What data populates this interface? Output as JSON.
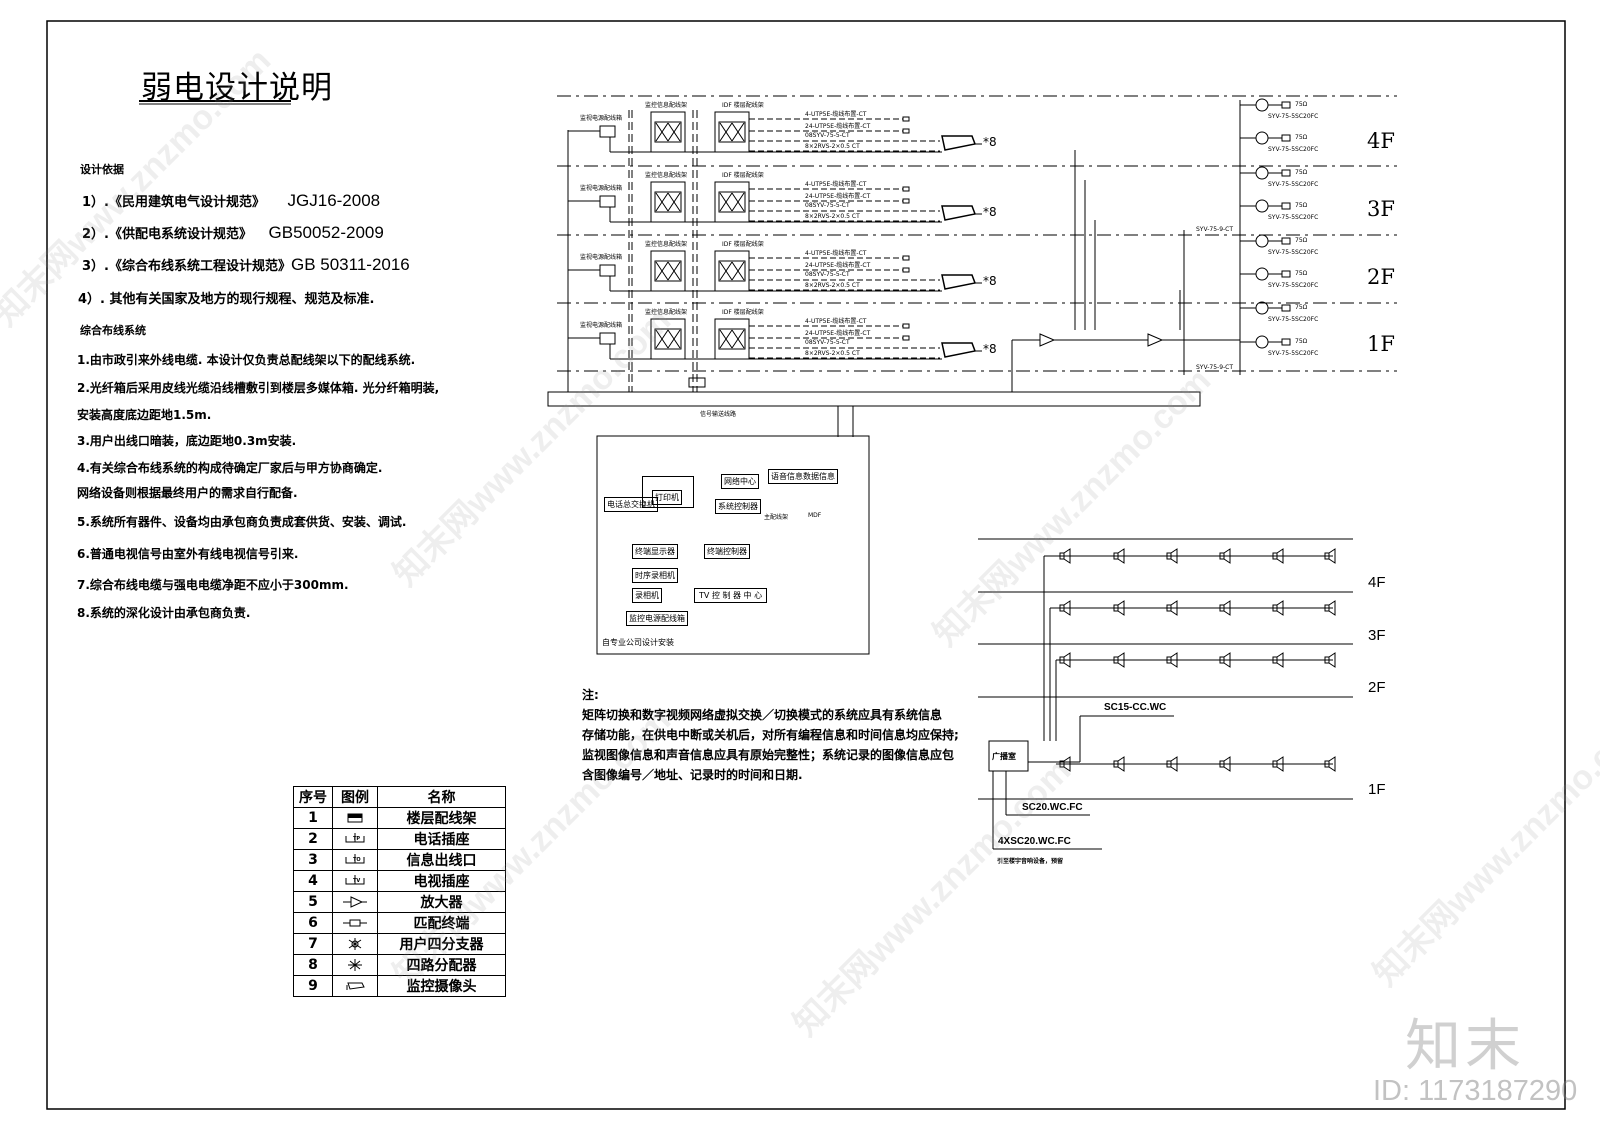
{
  "title": "弱电设计说明",
  "basis": {
    "heading": "设计依据",
    "items": [
      {
        "text": "1）.《民用建筑电气设计规范》",
        "code": "JGJ16-2008"
      },
      {
        "text": "2）.《供配电系统设计规范》",
        "code": "GB50052-2009"
      },
      {
        "text": "3）.《综合布线系统工程设计规范》",
        "code": "GB 50311-2016"
      },
      {
        "text": "4）. 其他有关国家及地方的现行规程、规范及标准.",
        "code": ""
      }
    ]
  },
  "cabling": {
    "heading": "综合布线系统",
    "items": [
      "1.由市政引来外线电缆. 本设计仅负责总配线架以下的配线系统.",
      "2.光纤箱后采用皮线光缆沿线槽敷引到楼层多媒体箱. 光分纤箱明装,",
      "安装高度底边距地1.5m.",
      "3.用户出线口暗装，底边距地0.3m安装.",
      "4.有关综合布线系统的构成待确定厂家后与甲方协商确定.",
      "网络设备则根据最终用户的需求自行配备.",
      "5.系统所有器件、设备均由承包商负责成套供货、安装、调试.",
      "6.普通电视信号由室外有线电视信号引来.",
      "7.综合布线电缆与强电电缆净距不应小于300mm.",
      "8.系统的深化设计由承包商负责."
    ]
  },
  "note": {
    "heading": "注:",
    "lines": [
      "矩阵切换和数字视频网络虚拟交换／切换模式的系统应具有系统信息",
      "存储功能，在供电中断或关机后，对所有编程信息和时间信息均应保持;",
      "监视图像信息和声音信息应具有原始完整性；系统记录的图像信息应包",
      "含图像编号／地址、记录时的时间和日期."
    ]
  },
  "legend": {
    "headers": [
      "序号",
      "图例",
      "名称"
    ],
    "rows": [
      {
        "no": "1",
        "icon": "floor-distribution-frame-icon",
        "name": "楼层配线架"
      },
      {
        "no": "2",
        "icon": "telephone-socket-icon",
        "name": "电话插座"
      },
      {
        "no": "3",
        "icon": "information-outlet-icon",
        "name": "信息出线口"
      },
      {
        "no": "4",
        "icon": "tv-socket-icon",
        "name": "电视插座"
      },
      {
        "no": "5",
        "icon": "amplifier-icon",
        "name": "放大器"
      },
      {
        "no": "6",
        "icon": "matching-terminal-icon",
        "name": "匹配终端"
      },
      {
        "no": "7",
        "icon": "four-way-tap-icon",
        "name": "用户四分支器"
      },
      {
        "no": "8",
        "icon": "four-way-splitter-icon",
        "name": "四路分配器"
      },
      {
        "no": "9",
        "icon": "surveillance-camera-icon",
        "name": "监控摄像头"
      }
    ]
  },
  "riser": {
    "box_labels": [
      "监视电源配线箱",
      "监控信息配线架",
      "IDF 楼层配线架"
    ],
    "line_labels": [
      "4-UTP5E-缆线布置-CT",
      "24-UTP5E-缆线布置-CT",
      "08SYV-75-5-CT",
      "8×2RVS-2×0.5 CT"
    ],
    "camera_count": "*8",
    "right_floors": [
      "4F",
      "3F",
      "2F",
      "1F"
    ],
    "coax_label": "SYV-75-5SC20FC",
    "ohm_label": "75Ω",
    "riser_cable": "SYV-75-9-CT",
    "signal_label": "信号输送线路",
    "control_room": {
      "items": [
        "电话总交换机",
        "打印机",
        "网络中心",
        "系统控制器",
        "语音信息数据信息",
        "主配线架",
        "MDF",
        "终端显示器",
        "终端控制器",
        "时序录相机",
        "录相机",
        "TV 控 制 器 中 心",
        "监控电源配线箱"
      ],
      "caption": "自专业公司设计安装"
    }
  },
  "broadcast": {
    "floors": [
      "4F",
      "3F",
      "2F",
      "1F"
    ],
    "room": "广播室",
    "cable1": "SC15-CC.WC",
    "cable2": "SC20.WC.FC",
    "cable3": "4XSC20.WC.FC",
    "cable3_note": "引至楼宇音响设备，预留"
  },
  "watermark": {
    "logo": "知末",
    "id": "ID: 1173187290",
    "text": "知末网www.znzmo.com"
  }
}
